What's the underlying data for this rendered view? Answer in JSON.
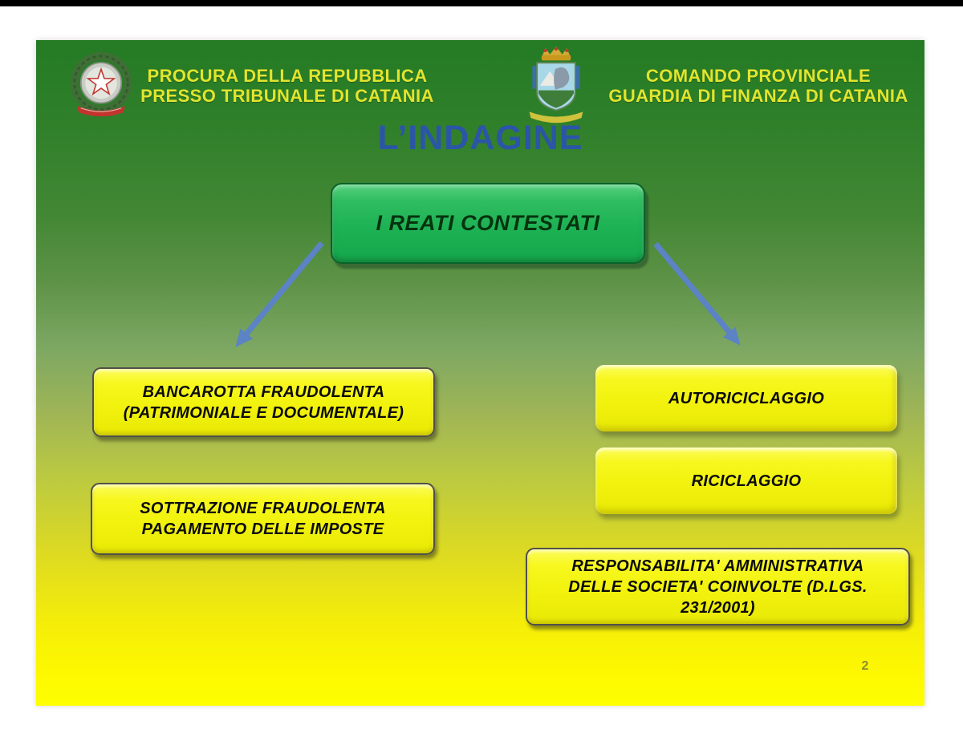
{
  "page": {
    "slide_number": "2"
  },
  "header": {
    "left": {
      "logo": "italian-republic-emblem",
      "text": "PROCURA DELLA REPUBBLICA\nPRESSO TRIBUNALE DI CATANIA"
    },
    "right": {
      "logo": "guardia-di-finanza-emblem",
      "text": "COMANDO PROVINCIALE\nGUARDIA DI FINANZA DI CATANIA"
    }
  },
  "title": "L’INDAGINE",
  "diagram": {
    "root_label": "I REATI CONTESTATI",
    "boxes": {
      "bancarotta": "BANCAROTTA FRAUDOLENTA\n(PATRIMONIALE E DOCUMENTALE)",
      "sottrazione": "SOTTRAZIONE FRAUDOLENTA\nPAGAMENTO DELLE IMPOSTE",
      "autoriciclaggio": "AUTORICICLAGGIO",
      "riciclaggio": "RICICLAGGIO",
      "responsabilita": "RESPONSABILITA' AMMINISTRATIVA\nDELLE SOCIETA' COINVOLTE (D.LGS.\n231/2001)"
    }
  },
  "colors": {
    "header_text": "#e2e42e",
    "title_text": "#2b55a6",
    "arrow": "#5b83c5",
    "root_box_fill": "#1db254",
    "root_box_text": "#06330f",
    "yellow_box_fill": "#f2f20e",
    "yellow_box_text": "#0b0b0b",
    "background_top": "#247b24",
    "background_bottom": "#ffff00"
  }
}
